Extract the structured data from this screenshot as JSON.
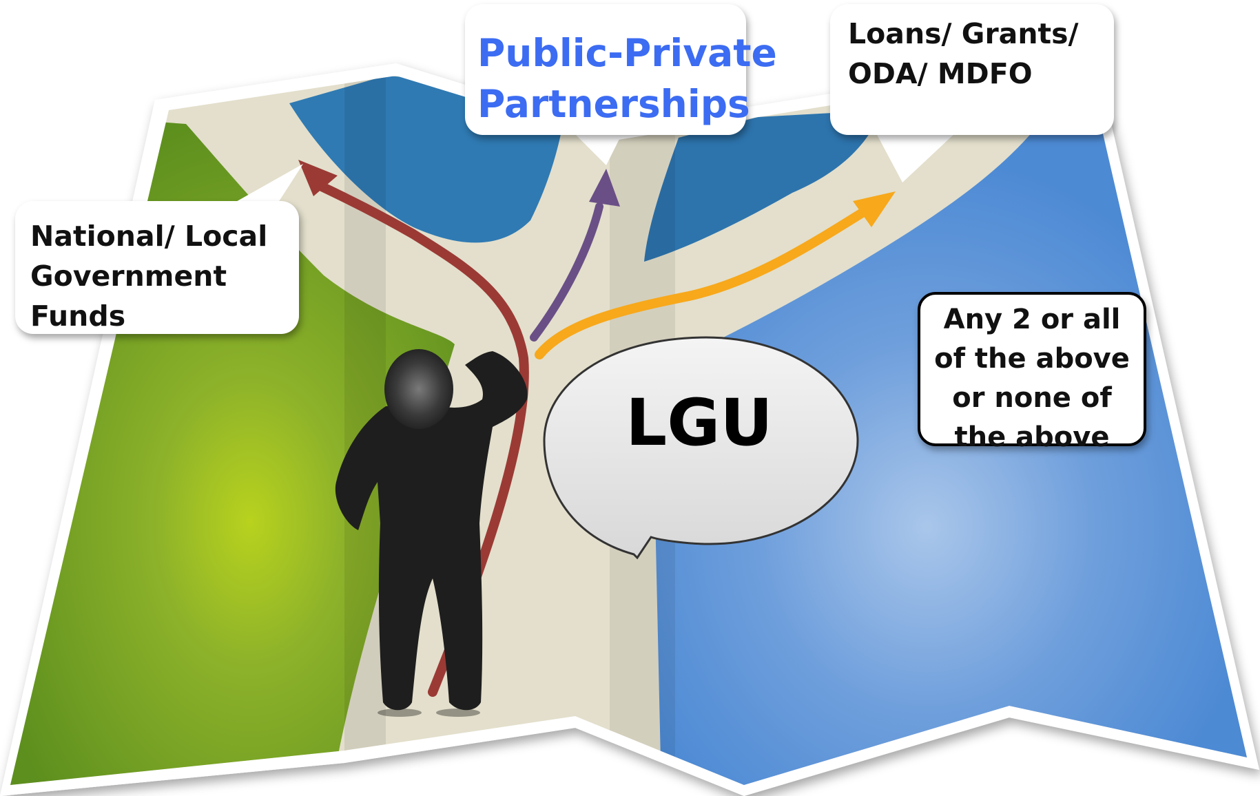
{
  "callouts": {
    "national": {
      "lines": [
        "National/ Local",
        "Government",
        "Funds"
      ]
    },
    "ppp": {
      "lines": [
        "Public-Private",
        "Partnerships"
      ],
      "color": "#3c6cf2"
    },
    "loans": {
      "lines": [
        "Loans/ Grants/",
        "ODA/ MDFO"
      ]
    },
    "any": {
      "lines": [
        "Any 2 or all",
        "of  the above",
        "or none of",
        "the above"
      ]
    }
  },
  "speech_bubble": {
    "text": "LGU"
  },
  "colors": {
    "grass": "#6e9b1c",
    "water": "#2f7ab3",
    "lake": "#4f8fd6",
    "road": "#e3dfcc",
    "arrow_national": "#9b3a35",
    "arrow_ppp": "#6a4f86",
    "arrow_loans": "#f7a81b",
    "figure": "#1e1e1e"
  },
  "icons": [
    "person-thinking-icon",
    "folded-map-icon"
  ]
}
